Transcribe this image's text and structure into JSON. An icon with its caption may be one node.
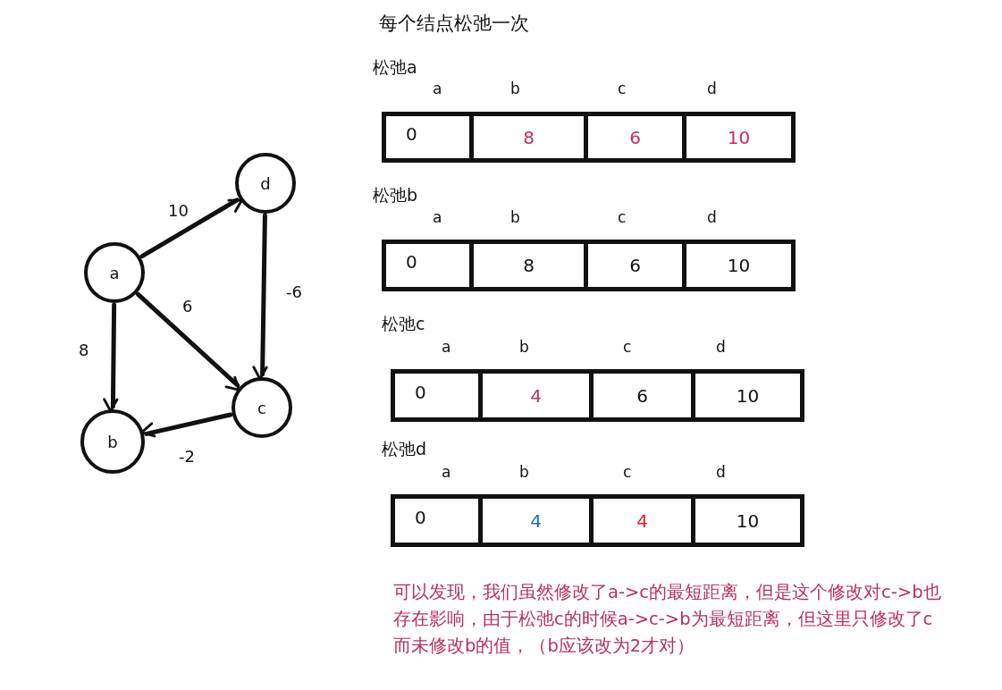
{
  "diagram": {
    "title": "每个结点松弛一次",
    "nodes": [
      {
        "text": [
          "d"
        ]
      },
      {
        "text": [
          "a"
        ]
      },
      {
        "text": [
          "c"
        ]
      },
      {
        "text": [
          "b"
        ]
      },
      {
        "text": [
          "0"
        ]
      },
      {
        "text": [
          "8"
        ]
      },
      {
        "text": [
          "6"
        ]
      },
      {
        "text": [
          "10"
        ]
      },
      {
        "text": [
          "0"
        ]
      },
      {
        "text": [
          "8"
        ]
      },
      {
        "text": [
          "6"
        ]
      },
      {
        "text": [
          "10"
        ]
      },
      {
        "text": [
          "0"
        ]
      },
      {
        "text": [
          "4"
        ]
      },
      {
        "text": [
          "6"
        ]
      },
      {
        "text": [
          "10"
        ]
      },
      {
        "text": [
          "0"
        ]
      },
      {
        "text": [
          "4"
        ]
      },
      {
        "text": [
          "4"
        ]
      },
      {
        "text": [
          "10"
        ]
      }
    ],
    "edges": [
      {
        "from": 1,
        "to": 0,
        "arrow": "to",
        "label": "10"
      },
      {
        "from": 1,
        "to": 2,
        "arrow": "to",
        "label": "6"
      },
      {
        "from": 0,
        "to": 2,
        "arrow": "to",
        "label": "-6"
      },
      {
        "from": 1,
        "to": 3,
        "arrow": "to",
        "label": "8"
      },
      {
        "from": 2,
        "to": 3,
        "arrow": "to",
        "label": "-2"
      }
    ],
    "labels": [
      "松弛a",
      "a",
      "b",
      "c",
      "d",
      "松弛b",
      "a",
      "b",
      "c",
      "d",
      "松弛c",
      "a",
      "b",
      "c",
      "d",
      "松弛d",
      "a",
      "b",
      "c",
      "d",
      "可以发现，我们虽然修改了a->c的最短距离，但是这个修改对c->b也存在影响，由于松弛c的时候a->c->b为最短距离，但这里只修改了c而未修改b的值，（b应该改为2才对）"
    ]
  }
}
